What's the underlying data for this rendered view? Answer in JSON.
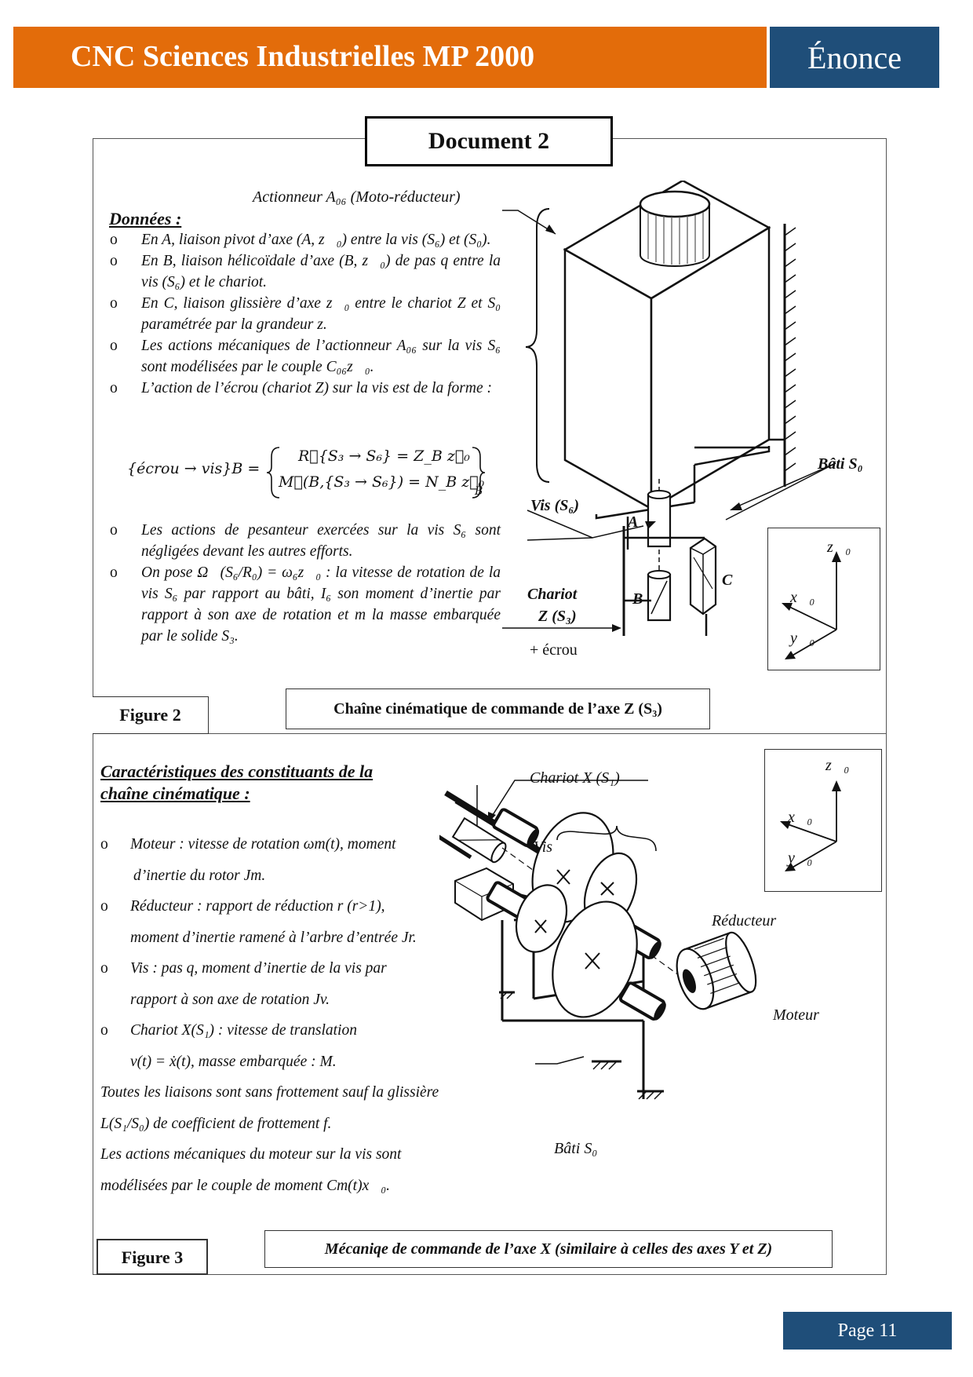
{
  "header": {
    "title": "CNC Sciences Industrielles MP 2000",
    "tag": "Énonce"
  },
  "document_title": "Document 2",
  "fig2": {
    "actuator_label": "Actionneur A₀₆ (Moto-réducteur)",
    "data_heading": "Données :",
    "items": [
      "En A, liaison pivot d’axe (A, z⃗₀) entre la vis (S₆) et (S₀).",
      "En B, liaison hélicoïdale d’axe (B, z⃗₀) de pas q entre la vis (S₆) et le chariot.",
      "En C, liaison glissière d’axe z⃗₀ entre le chariot Z et S₀ paramétrée par la grandeur z.",
      "Les actions mécaniques de l’actionneur A₀₆ sur la vis S₆ sont modélisées par le couple C₀₆z⃗₀.",
      "L’action de l’écrou (chariot Z) sur la vis est de la forme :"
    ],
    "torsor_lhs": "{écrou → vis}B =",
    "torsor_r": "R⃗{S₃ → S₆} = Z_B z⃗₀",
    "torsor_m": "M⃗(B,{S₃ → S₆}) = N_B z⃗₀",
    "torsor_sub": "B",
    "items2": [
      "Les actions de pesanteur exercées sur la vis S₆ sont négligées devant les autres efforts.",
      "On pose Ω⃗(S₆/R₀) = ω₆z⃗₀ : la vitesse de rotation de la vis S₆ par rapport au bâti, I₆ son moment d’inertie par rapport à son axe de rotation et m la masse embarquée par le solide S₃."
    ],
    "label_bati": "Bâti S₀",
    "label_vis": "Vis (S₆)",
    "label_A": "A",
    "label_B": "B",
    "label_C": "C",
    "label_chariot_1": "Chariot",
    "label_chariot_2": "Z (S₃)",
    "label_ecrou": "+ écrou",
    "axis_z": "z⃗₀",
    "axis_x": "x⃗₀",
    "axis_y": "y⃗₀",
    "figure_label": "Figure 2",
    "caption": "Chaîne cinématique de commande de l’axe Z (S₃)"
  },
  "fig3": {
    "heading_1": "Caractéristiques des constituants de la",
    "heading_2": "chaîne cinématique :",
    "items": [
      "Moteur : vitesse de rotation ωm(t), moment",
      "d’inertie du rotor Jm.",
      "Réducteur : rapport de réduction r (r>1),",
      "moment d’inertie ramené à l’arbre d’entrée Jr.",
      "Vis : pas q, moment d’inertie de la vis par",
      "rapport à son axe de rotation Jv.",
      "Chariot X(S₁) : vitesse de translation",
      "v(t) = ẋ(t), masse embarquée : M."
    ],
    "lines": [
      "Toutes les liaisons sont sans frottement sauf la glissière",
      "L(S₁/S₀) de coefficient de frottement f.",
      "Les actions mécaniques du moteur sur la vis sont",
      "modélisées par le couple de moment Cm(t)x⃗₀."
    ],
    "label_chariot": "Chariot X (S₁)",
    "label_vis": "Vis",
    "label_reducteur": "Réducteur",
    "label_moteur": "Moteur",
    "label_bati": "Bâti S₀",
    "axis_z": "z⃗₀",
    "axis_x": "x⃗₀",
    "axis_y": "y⃗₀",
    "figure_label": "Figure 3",
    "caption": "Mécaniqe de commande de l’axe X (similaire à celles des axes Y et Z)"
  },
  "footer": {
    "page": "Page 11"
  }
}
